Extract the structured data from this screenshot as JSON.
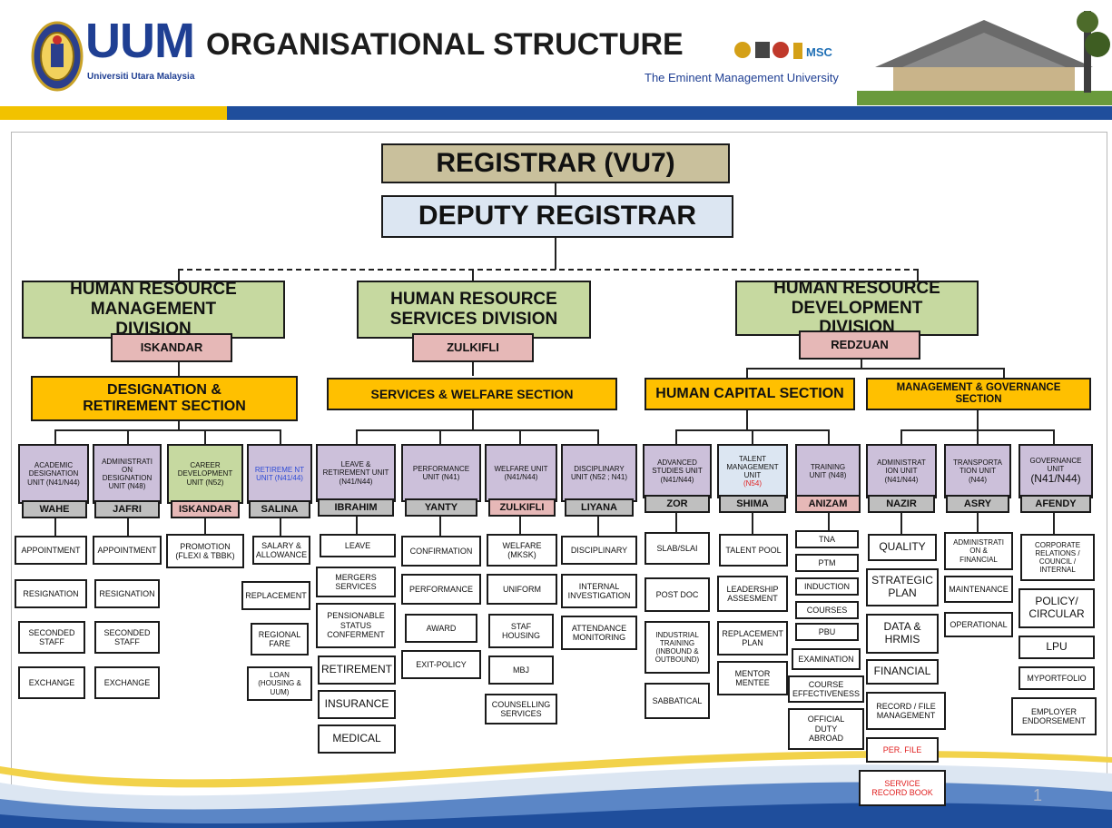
{
  "header": {
    "logo_text": "UUM",
    "logo_subtitle": "Universiti Utara Malaysia",
    "title": "ORGANISATIONAL STRUCTURE",
    "tagline": "The Eminent Management University"
  },
  "top": {
    "registrar": "REGISTRAR (VU7)",
    "deputy": "DEPUTY REGISTRAR"
  },
  "divisions": {
    "hrm": {
      "title": "HUMAN RESOURCE MANAGEMENT DIVISION",
      "head": "ISKANDAR"
    },
    "hrs": {
      "title": "HUMAN RESOURCE SERVICES DIVISION",
      "head": "ZULKIFLI"
    },
    "hrd": {
      "title": "HUMAN RESOURCE DEVELOPMENT DIVISION",
      "head": "REDZUAN"
    }
  },
  "sections": {
    "designation": "DESIGNATION & RETIREMENT SECTION",
    "services": "SERVICES & WELFARE SECTION",
    "human_capital": "HUMAN CAPITAL SECTION",
    "governance": "MANAGEMENT & GOVERNANCE SECTION"
  },
  "units": {
    "academic": {
      "label": "ACADEMIC DESIGNATION UNIT (N41/N44)",
      "head": "WAHE",
      "tasks": [
        "APPOINTMENT",
        "RESIGNATION",
        "SECONDED STAFF",
        "EXCHANGE"
      ]
    },
    "admin_desig": {
      "label": "ADMINISTRATI ON DESIGNATION UNIT (N48)",
      "head": "JAFRI",
      "tasks": [
        "APPOINTMENT",
        "RESIGNATION",
        "SECONDED STAFF",
        "EXCHANGE"
      ]
    },
    "career": {
      "label": "CAREER DEVELOPMENT UNIT (N52)",
      "head": "ISKANDAR",
      "tasks": [
        "PROMOTION (FLEXI & TBBK)"
      ]
    },
    "retirement": {
      "label": "RETIREME NT UNIT (N41/44)",
      "head": "SALINA",
      "tasks": [
        "SALARY & ALLOWANCE",
        "REPLACEMENT",
        "REGIONAL FARE",
        "LOAN (HOUSING & UUM)"
      ]
    },
    "leave": {
      "label": "LEAVE & RETIREMENT UNIT (N41/N44)",
      "head": "IBRAHIM",
      "tasks": [
        "LEAVE",
        "MERGERS SERVICES",
        "PENSIONABLE STATUS CONFERMENT",
        "RETIREMENT",
        "INSURANCE",
        "MEDICAL"
      ]
    },
    "performance": {
      "label": "PERFORMANCE UNIT (N41)",
      "head": "YANTY",
      "tasks": [
        "CONFIRMATION",
        "PERFORMANCE",
        "AWARD",
        "EXIT-POLICY"
      ]
    },
    "welfare": {
      "label": "WELFARE UNIT (N41/N44)",
      "head": "ZULKIFLI",
      "tasks": [
        "WELFARE (MKSK)",
        "UNIFORM",
        "STAF HOUSING",
        "MBJ",
        "COUNSELLING SERVICES"
      ]
    },
    "disciplinary": {
      "label": "DISCIPLINARY UNIT (N52 ; N41)",
      "head": "LIYANA",
      "tasks": [
        "DISCIPLINARY",
        "INTERNAL INVESTIGATION",
        "ATTENDANCE MONITORING"
      ]
    },
    "advanced": {
      "label": "ADVANCED STUDIES UNIT (N41/N44)",
      "head": "ZOR",
      "tasks": [
        "SLAB/SLAI",
        "POST DOC",
        "INDUSTRIAL TRAINING (INBOUND & OUTBOUND)",
        "SABBATICAL"
      ]
    },
    "talent": {
      "label": "TALENT MANAGEMENT UNIT",
      "label_code": "(N54)",
      "head": "SHIMA",
      "tasks": [
        "TALENT POOL",
        "LEADERSHIP ASSESMENT",
        "REPLACEMENT PLAN",
        "MENTOR MENTEE"
      ]
    },
    "training": {
      "label": "TRAINING UNIT (N48)",
      "head": "ANIZAM",
      "tasks": [
        "TNA",
        "PTM",
        "INDUCTION",
        "COURSES",
        "PBU",
        "EXAMINATION",
        "COURSE EFFECTIVENESS",
        "OFFICIAL DUTY ABROAD"
      ]
    },
    "administration": {
      "label": "ADMINISTRAT ION UNIT (N41/N44)",
      "head": "NAZIR",
      "tasks": [
        "QUALITY",
        "STRATEGIC PLAN",
        "DATA & HRMIS",
        "FINANCIAL",
        "RECORD / FILE MANAGEMENT",
        "PER. FILE",
        "SERVICE RECORD BOOK"
      ]
    },
    "transportation": {
      "label": "TRANSPORTA TION UNIT (N44)",
      "head": "ASRY",
      "tasks": [
        "ADMINISTRATI ON & FINANCIAL",
        "MAINTENANCE",
        "OPERATIONAL"
      ]
    },
    "governance": {
      "label": "GOVERNANCE UNIT",
      "label_code": "(N41/N44)",
      "head": "AFENDY",
      "tasks": [
        "CORPORATE RELATIONS / COUNCIL / INTERNAL",
        "POLICY/ CIRCULAR",
        "LPU",
        "MYPORTFOLIO",
        "EMPLOYER ENDORSEMENT"
      ]
    }
  },
  "page_number": "1",
  "colors": {
    "header_bar_blue": "#1f4e9c",
    "header_bar_yellow": "#f2c200",
    "registrar": "#c9c09c",
    "deputy": "#dce6f2",
    "division": "#c6d9a0",
    "head": "#e6b8b7",
    "section": "#ffc000",
    "unit": "#ccc0da",
    "unit_head": "#bfbfbf"
  }
}
